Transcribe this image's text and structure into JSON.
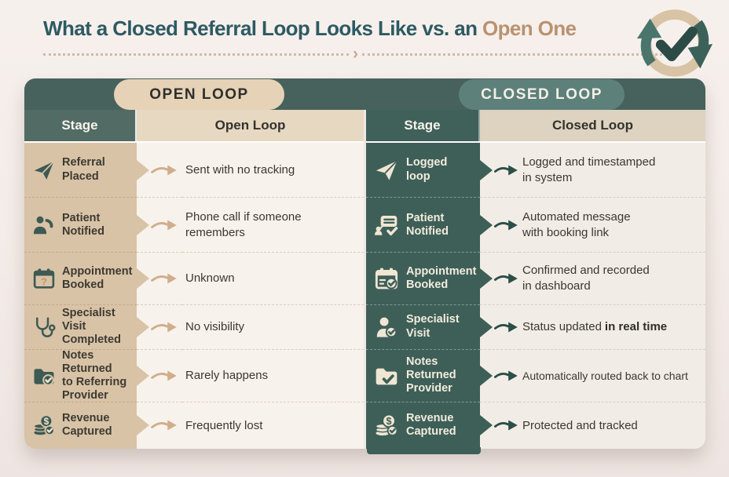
{
  "title": {
    "main": "What a Closed Referral Loop Looks Like vs. an",
    "accent": "Open One"
  },
  "divider_chevron": "›",
  "colors": {
    "title_teal": "#2e5a63",
    "title_accent": "#b99270",
    "band_teal": "#47625c",
    "stage_tan": "#d9c3a6",
    "stage_teal": "#3e5f58",
    "pill_open_bg": "#e6d2b6",
    "pill_closed_bg": "#5d807a",
    "arrow_open": "#cfae8c",
    "arrow_closed": "#2b4e48"
  },
  "open_table": {
    "pill": "OPEN LOOP",
    "stage_header": "Stage",
    "result_header": "Open Loop",
    "rows": [
      {
        "icon": "paper-plane",
        "stage": "Referral\nPlaced",
        "result": "Sent with no tracking"
      },
      {
        "icon": "patient-phone",
        "stage": "Patient\nNotified",
        "result": "Phone call if someone\nremembers"
      },
      {
        "icon": "calendar-question",
        "stage": "Appointment\nBooked",
        "result": "Unknown"
      },
      {
        "icon": "stethoscope",
        "stage": "Specialist Visit\nCompleted",
        "result": "No visibility"
      },
      {
        "icon": "folder-check",
        "stage": "Notes Returned\nto Referring\nProvider",
        "result": "Rarely happens"
      },
      {
        "icon": "coins-dollar-check",
        "stage": "Revenue\nCaptured",
        "result": "Frequently lost"
      }
    ]
  },
  "closed_table": {
    "pill": "CLOSED LOOP",
    "stage_header": "Stage",
    "result_header": "Closed Loop",
    "rows": [
      {
        "icon": "paper-plane",
        "stage": "Logged\nloop",
        "result": "Logged and timestamped\nin system"
      },
      {
        "icon": "chat-person-check",
        "stage": "Patient\nNotified",
        "result": "Automated message\nwith booking link"
      },
      {
        "icon": "calendar-check",
        "stage": "Appointment\nBooked",
        "result": "Confirmed and recorded\nin dashboard"
      },
      {
        "icon": "person-check",
        "stage": "Specialist\nVisit",
        "result": "Status updated",
        "result_bold": "in real time"
      },
      {
        "icon": "folder-check",
        "stage": "Notes\nReturned\nProvider",
        "result": "Automatically routed back to chart"
      },
      {
        "icon": "coins-dollar-check",
        "stage": "Revenue\nCaptured",
        "result": "Protected and tracked"
      }
    ]
  }
}
